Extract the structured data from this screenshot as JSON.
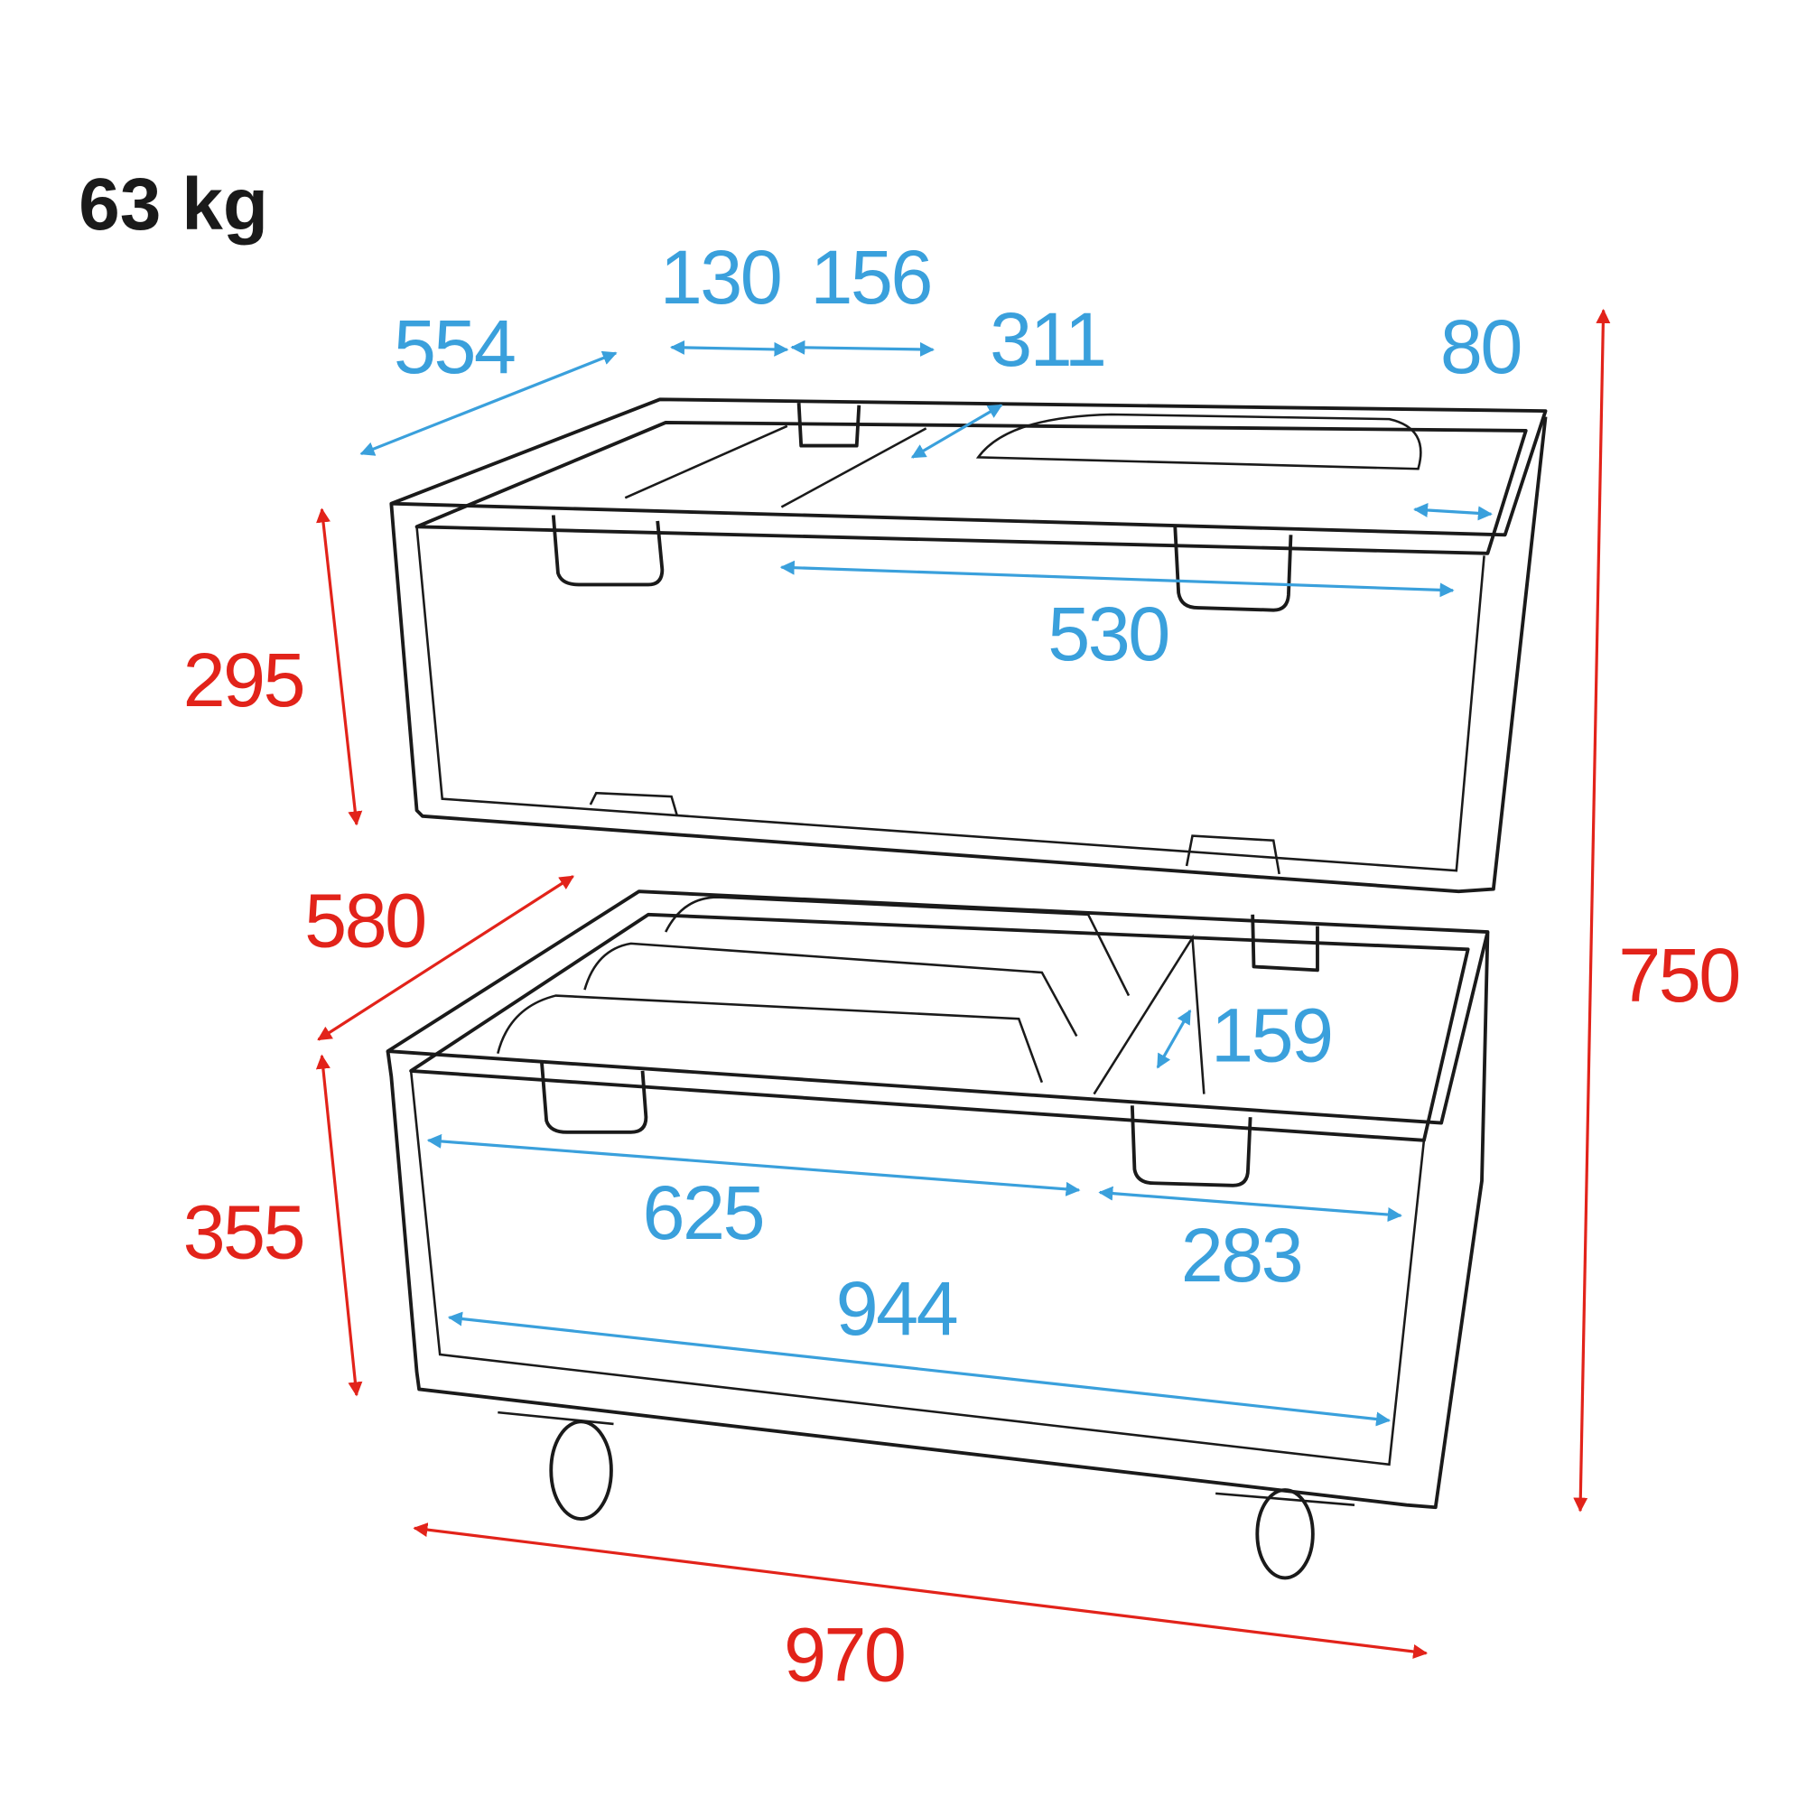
{
  "weight": "63 kg",
  "colors": {
    "inner_dimension": "#3aa0dc",
    "outer_dimension": "#e2231a",
    "outline": "#1a1a1a"
  },
  "dimensions": {
    "lid_depth": {
      "value": "554",
      "kind": "inner"
    },
    "lid_compartment_a": {
      "value": "130",
      "kind": "inner"
    },
    "lid_compartment_b": {
      "value": "156",
      "kind": "inner"
    },
    "lid_compartment_depth": {
      "value": "311",
      "kind": "inner"
    },
    "lid_side_gap": {
      "value": "80",
      "kind": "inner"
    },
    "lid_inner_length": {
      "value": "530",
      "kind": "inner"
    },
    "lid_height": {
      "value": "295",
      "kind": "outer"
    },
    "case_depth": {
      "value": "580",
      "kind": "outer"
    },
    "compartment_depth": {
      "value": "159",
      "kind": "inner"
    },
    "total_height": {
      "value": "750",
      "kind": "outer"
    },
    "base_compartment_a": {
      "value": "625",
      "kind": "inner"
    },
    "base_compartment_b": {
      "value": "283",
      "kind": "inner"
    },
    "base_inner_length": {
      "value": "944",
      "kind": "inner"
    },
    "base_height": {
      "value": "355",
      "kind": "outer"
    },
    "total_length": {
      "value": "970",
      "kind": "outer"
    }
  }
}
